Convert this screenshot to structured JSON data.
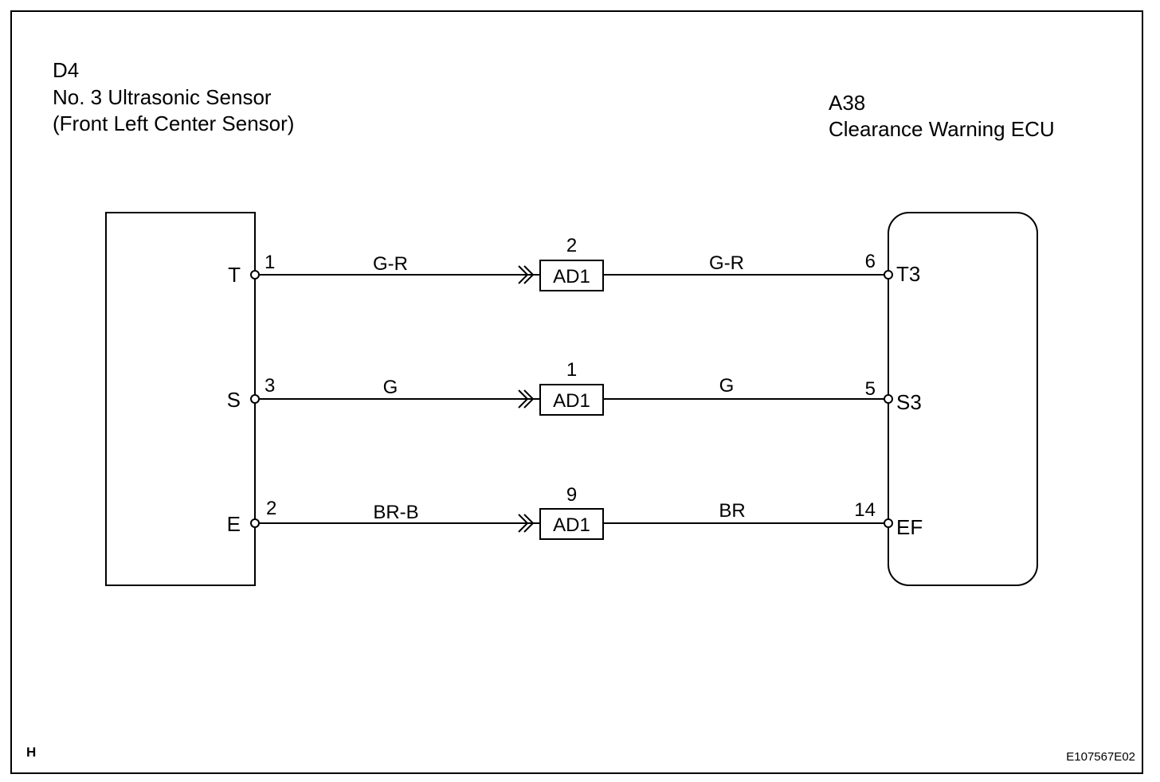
{
  "page": {
    "corner_letter": "H",
    "figure_id": "E107567E02"
  },
  "left_component": {
    "code": "D4",
    "name": "No. 3 Ultrasonic Sensor",
    "sub_name": "(Front Left Center Sensor)",
    "pins": [
      {
        "label": "T",
        "number": "1"
      },
      {
        "label": "S",
        "number": "3"
      },
      {
        "label": "E",
        "number": "2"
      }
    ]
  },
  "right_component": {
    "code": "A38",
    "name": "Clearance Warning ECU",
    "pins": [
      {
        "label": "T3",
        "number": "6"
      },
      {
        "label": "S3",
        "number": "5"
      },
      {
        "label": "EF",
        "number": "14"
      }
    ]
  },
  "connector": {
    "label": "AD1",
    "pin_numbers": [
      "2",
      "1",
      "9"
    ]
  },
  "wires": [
    {
      "left_color": "G-R",
      "right_color": "G-R"
    },
    {
      "left_color": "G",
      "right_color": "G"
    },
    {
      "left_color": "BR-B",
      "right_color": "BR"
    }
  ]
}
